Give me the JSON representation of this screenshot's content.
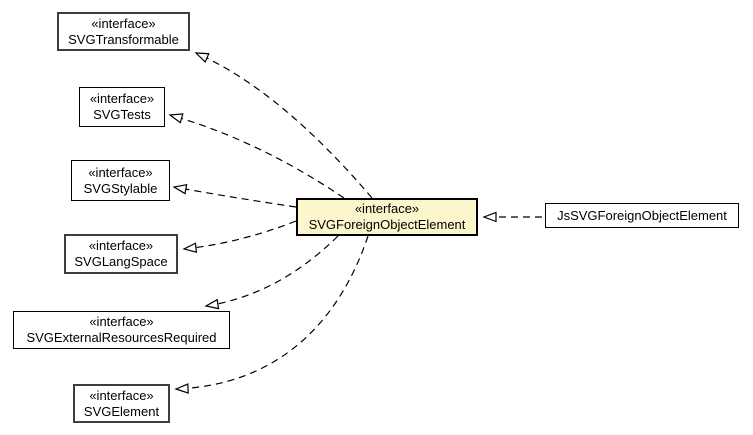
{
  "diagram": {
    "type": "uml-class-diagram",
    "colors": {
      "background": "#FFFFFF",
      "node_fill": "#FFFFFF",
      "highlight_fill": "#FCF6CD",
      "border": "#000000",
      "edge": "#000000"
    },
    "nodes": [
      {
        "id": "SVGTransformable",
        "stereotype": "«interface»",
        "name": "SVGTransformable"
      },
      {
        "id": "SVGTests",
        "stereotype": "«interface»",
        "name": "SVGTests"
      },
      {
        "id": "SVGStylable",
        "stereotype": "«interface»",
        "name": "SVGStylable"
      },
      {
        "id": "SVGLangSpace",
        "stereotype": "«interface»",
        "name": "SVGLangSpace"
      },
      {
        "id": "SVGExternalResourcesRequired",
        "stereotype": "«interface»",
        "name": "SVGExternalResourcesRequired"
      },
      {
        "id": "SVGElement",
        "stereotype": "«interface»",
        "name": "SVGElement"
      },
      {
        "id": "SVGForeignObjectElement",
        "stereotype": "«interface»",
        "name": "SVGForeignObjectElement",
        "highlighted": true
      },
      {
        "id": "JsSVGForeignObjectElement",
        "stereotype": "",
        "name": "JsSVGForeignObjectElement"
      }
    ],
    "edges": [
      {
        "from": "SVGForeignObjectElement",
        "to": "SVGTransformable",
        "style": "dashed",
        "arrow": "open-triangle"
      },
      {
        "from": "SVGForeignObjectElement",
        "to": "SVGTests",
        "style": "dashed",
        "arrow": "open-triangle"
      },
      {
        "from": "SVGForeignObjectElement",
        "to": "SVGStylable",
        "style": "dashed",
        "arrow": "open-triangle"
      },
      {
        "from": "SVGForeignObjectElement",
        "to": "SVGLangSpace",
        "style": "dashed",
        "arrow": "open-triangle"
      },
      {
        "from": "SVGForeignObjectElement",
        "to": "SVGExternalResourcesRequired",
        "style": "dashed",
        "arrow": "open-triangle"
      },
      {
        "from": "SVGForeignObjectElement",
        "to": "SVGElement",
        "style": "dashed",
        "arrow": "open-triangle"
      },
      {
        "from": "JsSVGForeignObjectElement",
        "to": "SVGForeignObjectElement",
        "style": "dashed",
        "arrow": "open-triangle"
      }
    ]
  }
}
